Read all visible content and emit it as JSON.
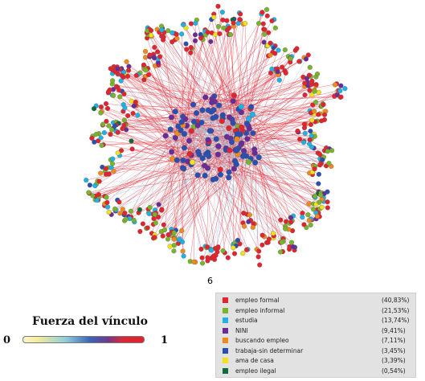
{
  "figure_number": "6",
  "strength_legend": {
    "title": "Fuerza del vínculo",
    "min_label": "0",
    "max_label": "1"
  },
  "categories": [
    {
      "label": "empleo formal",
      "pct": "(40,83%)",
      "color": "#e5232e"
    },
    {
      "label": "empleo informal",
      "pct": "(21,53%)",
      "color": "#79b52a"
    },
    {
      "label": "estudia",
      "pct": "(13,74%)",
      "color": "#1eb3e8"
    },
    {
      "label": "NINI",
      "pct": "(9,41%)",
      "color": "#6a2b9a"
    },
    {
      "label": "buscando empleo",
      "pct": "(7,11%)",
      "color": "#f08a1c"
    },
    {
      "label": "trabaja-sin determinar",
      "pct": "(3,45%)",
      "color": "#2a4fb0"
    },
    {
      "label": "ama de casa",
      "pct": "(3,39%)",
      "color": "#f3e21a"
    },
    {
      "label": "empleo ilegal",
      "pct": "(0,54%)",
      "color": "#0e6b3a"
    }
  ],
  "network": {
    "type": "radial-network",
    "node_share_pct": [
      40.83,
      21.53,
      13.74,
      9.41,
      7.11,
      3.45,
      3.39,
      0.54
    ],
    "edge_colors": [
      "#e5232e",
      "#c9c7d8",
      "#8fc3df"
    ]
  }
}
